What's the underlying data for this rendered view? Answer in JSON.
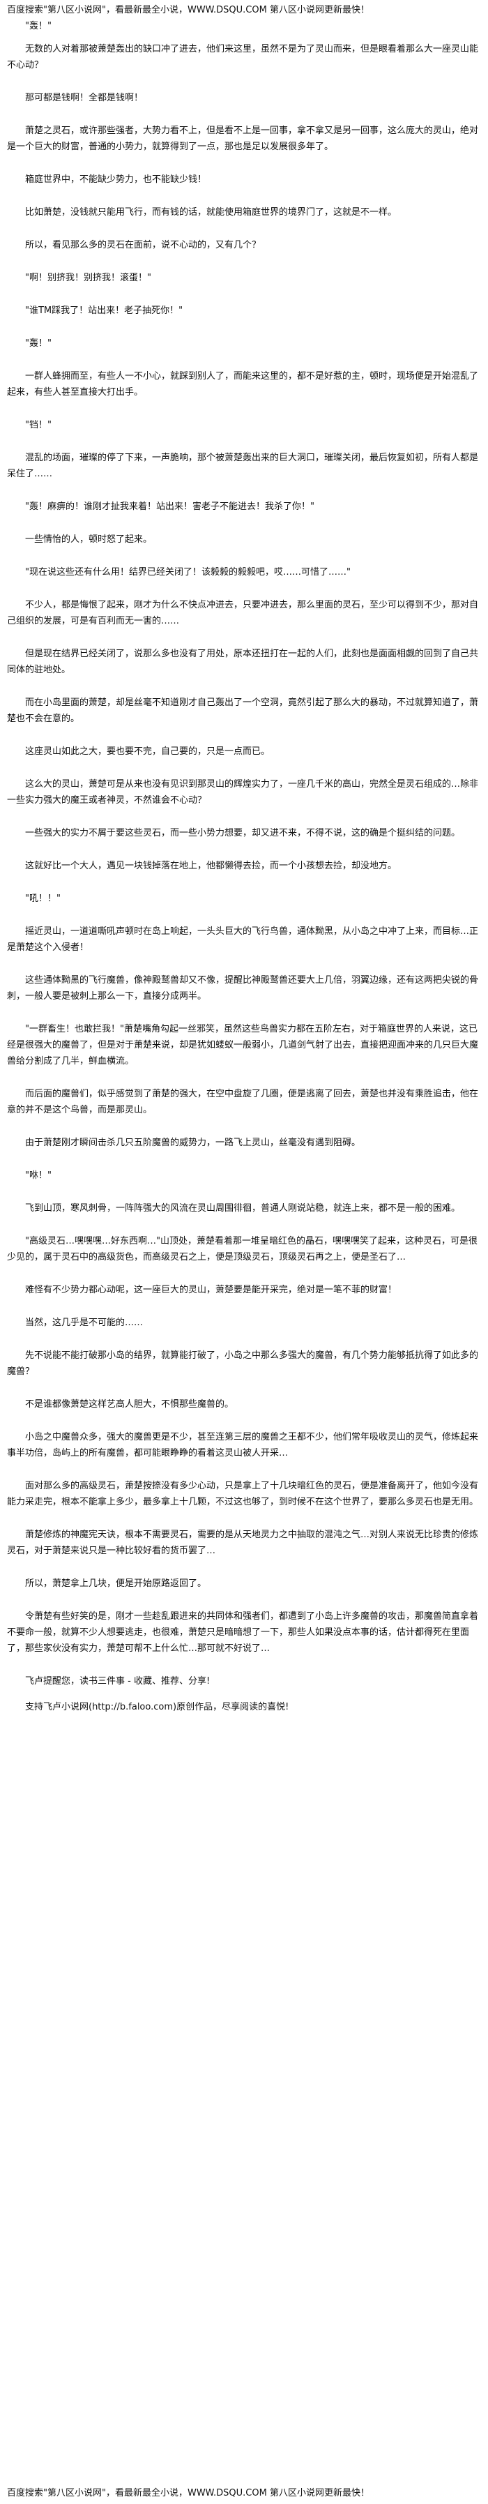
{
  "header": {
    "banner": "百度搜索\"第八区小说网\"，看最新最全小说，WWW.DSQU.COM  第八区小说网更新最快！"
  },
  "paragraphs": [
    "\"轰！\"",
    "无数的人对着那被萧楚轰出的缺口冲了进去，他们来这里，虽然不是为了灵山而来，但是眼看着那么大一座灵山能不心动？",
    "那可都是钱啊！全都是钱啊！",
    "萧楚之灵石，或许那些强者，大势力看不上，但是看不上是一回事，拿不拿又是另一回事，这么庞大的灵山，绝对是一个巨大的财富，普通的小势力，就算得到了一点，那也是足以发展很多年了。",
    "箱庭世界中，不能缺少势力，也不能缺少钱！",
    "比如萧楚，没钱就只能用飞行，而有钱的话，就能使用箱庭世界的境界门了，这就是不一样。",
    "所以，看见那么多的灵石在面前，说不心动的，又有几个？",
    "\"啊！别挤我！别挤我！滚蛋！\"",
    "\"谁TM踩我了！站出来！老子抽死你！\"",
    "\"轰！\"",
    "一群人蜂拥而至，有些人一不小心，就踩到别人了，而能来这里的，都不是好惹的主，顿时，现场便是开始混乱了起来，有些人甚至直接大打出手。",
    "\"铛！\"",
    "混乱的场面，璀璨的停了下来，一声脆响，那个被萧楚轰出来的巨大洞口，璀璨关闭，最后恢复如初，所有人都是呆住了……",
    "\"轰！麻痹的！谁刚才扯我来着！站出来！害老子不能进去！我杀了你！\"",
    "一些情怡的人，顿时怒了起来。",
    "\"现在说这些还有什么用！结界已经关闭了！该毅毅的毅毅吧，哎……可惜了……\"",
    "不少人，都是悔恨了起来，刚才为什么不快点冲进去，只要冲进去，那么里面的灵石，至少可以得到不少，那对自己组织的发展，可是有百利而无一害的……",
    "但是现在结界已经关闭了，说那么多也没有了用处，原本还扭打在一起的人们，此刻也是面面相觑的回到了自己共同体的驻地处。",
    "而在小岛里面的萧楚，却是丝毫不知道刚才自己轰出了一个空洞，竟然引起了那么大的暴动，不过就算知道了，萧楚也不会在意的。",
    "这座灵山如此之大，要也要不完，自己要的，只是一点而已。",
    "这么大的灵山，萧楚可是从来也没有见识到那灵山的辉煌实力了，一座几千米的高山，完然全是灵石组成的…除非一些实力强大的魔王或者神灵，不然谁会不心动？",
    "一些强大的实力不屑于要这些灵石，而一些小势力想要，却又进不来，不得不说，这的确是个挺纠结的问题。",
    "这就好比一个大人，遇见一块钱掉落在地上，他都懒得去捡，而一个小孩想去捡，却没地方。",
    "\"吼！！\"",
    "摇近灵山，一道道嘶吼声顿时在岛上响起，一头头巨大的飞行鸟兽，通体黝黑，从小岛之中冲了上来，而目标…正是萧楚这个入侵者！",
    "这些通体黝黑的飞行魔兽，像神殿鹫兽却又不像，提醒比神殿鹫兽还要大上几倍，羽翼边缘，还有这两把尖锐的骨刺，一般人要是被刺上那么一下，直接分成两半。",
    "\"一群畜生！也敢拦我！\"萧楚嘴角勾起一丝邪笑，虽然这些鸟兽实力都在五阶左右，对于箱庭世界的人来说，这已经是很强大的魔兽了，但是对于萧楚来说，却是犹如蝼蚁一般弱小，几道剑气射了出去，直接把迎面冲来的几只巨大魔兽给分割成了几半，鲜血横流。",
    "而后面的魔兽们，似乎感觉到了萧楚的强大，在空中盘旋了几圈，便是逃离了回去，萧楚也并没有乘胜追击，他在意的并不是这个鸟兽，而是那灵山。",
    "由于萧楚刚才瞬间击杀几只五阶魔兽的威势力，一路飞上灵山，丝毫没有遇到阻碍。",
    "\"咻！\"",
    "飞到山顶，寒风刺骨，一阵阵强大的风流在灵山周围徘徊，普通人刚说站稳，就连上来，都不是一般的困难。",
    "\"高级灵石…嘿嘿嘿…好东西啊…\"山顶处，萧楚看着那一堆呈暗红色的晶石，嘿嘿嘿笑了起来，这种灵石，可是很少见的，属于灵石中的高级货色，而高级灵石之上，便是顶级灵石，顶级灵石再之上，便是圣石了…",
    "难怪有不少势力都心动呢，这一座巨大的灵山，萧楚要是能开采完，绝对是一笔不菲的财富！",
    "当然，这几乎是不可能的……",
    "先不说能不能打破那小岛的结界，就算能打破了，小岛之中那么多强大的魔兽，有几个势力能够抵抗得了如此多的魔兽？",
    "不是谁都像萧楚这样艺高人胆大，不惧那些魔兽的。",
    "小岛之中魔兽众多，强大的魔兽更是不少，甚至连第三层的魔兽之王都不少，他们常年吸收灵山的灵气，修炼起来事半功倍，岛屿上的所有魔兽，都可能眼睁睁的看着这灵山被人开采…",
    "面对那么多的高级灵石，萧楚按捺没有多少心动，只是拿上了十几块暗红色的灵石，便是准备离开了，他如今没有能力采走完，根本不能拿上多少，最多拿上十几颗，不过这也够了，到时候不在这个世界了，要那么多灵石也是无用。",
    "萧楚修炼的神魔宪天诀，根本不需要灵石，需要的是从天地灵力之中抽取的混沌之气…对别人来说无比珍贵的修炼灵石，对于萧楚来说只是一种比较好看的货币罢了…",
    "所以，萧楚拿上几块，便是开始原路返回了。",
    "令萧楚有些好笑的是，刚才一些趁乱跟进来的共同体和强者们，都遭到了小岛上许多魔兽的攻击，那魔兽简直拿着不要命一般，就算不少人想要逃走，也很难，萧楚只是暗暗想了一下，那些人如果没点本事的话，估计都得死在里面了，那些家伙没有实力，萧楚可帮不上什么忙…那可就不好说了…"
  ],
  "footer": {
    "appeal": "飞卢提醒您，读书三件事 - 收藏、推荐、分享!",
    "support": "支持飞卢小说网(http://b.faloo.com)原创作品，尽享阅读的喜悦!",
    "banner": "百度搜索\"第八区小说网\"，看最新最全小说，WWW.DSQU.COM  第八区小说网更新最快！"
  }
}
